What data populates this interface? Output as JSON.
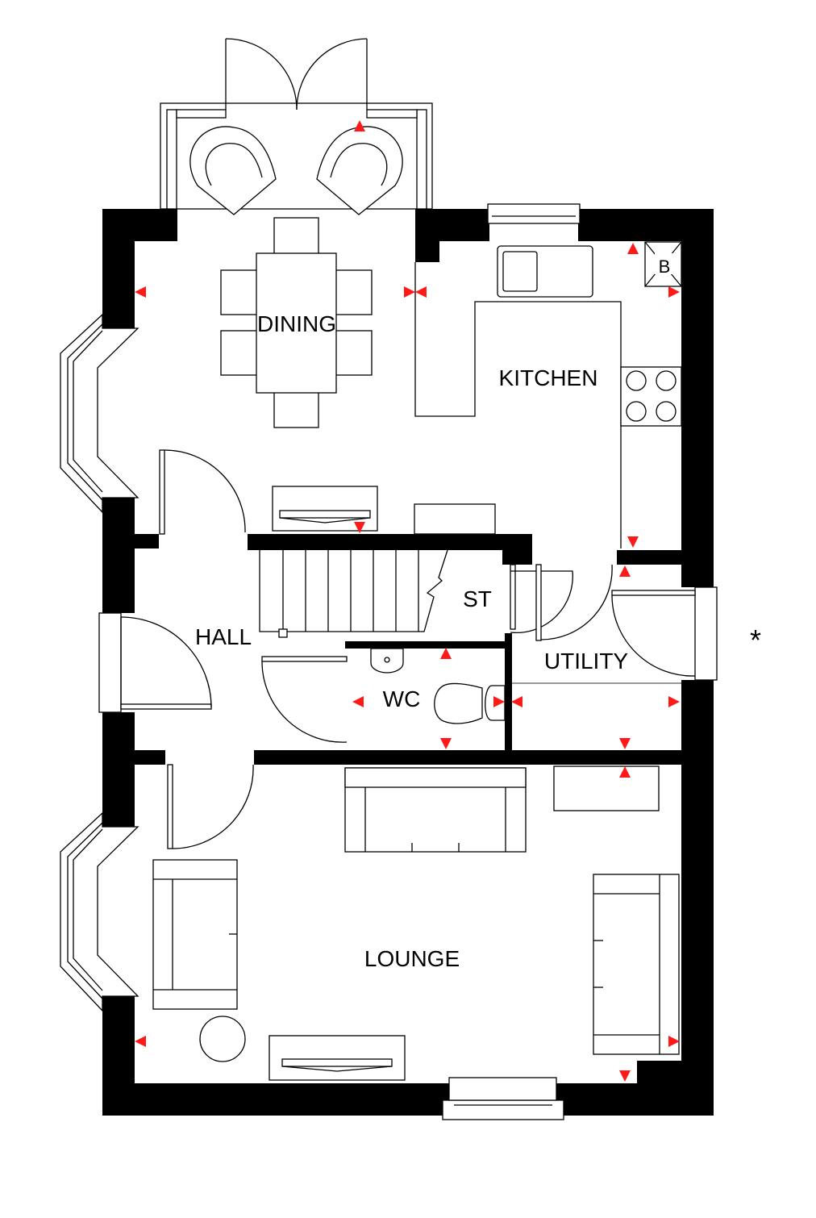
{
  "plan": {
    "rooms": {
      "dining": "DINING",
      "kitchen": "KITCHEN",
      "hall": "HALL",
      "store": "ST",
      "utility": "UTILITY",
      "wc": "WC",
      "lounge": "LOUNGE"
    },
    "boiler_label": "B",
    "asterisk": "*",
    "colors": {
      "walls": "#000000",
      "markers": "#ff1a1a",
      "background": "#ffffff"
    }
  }
}
